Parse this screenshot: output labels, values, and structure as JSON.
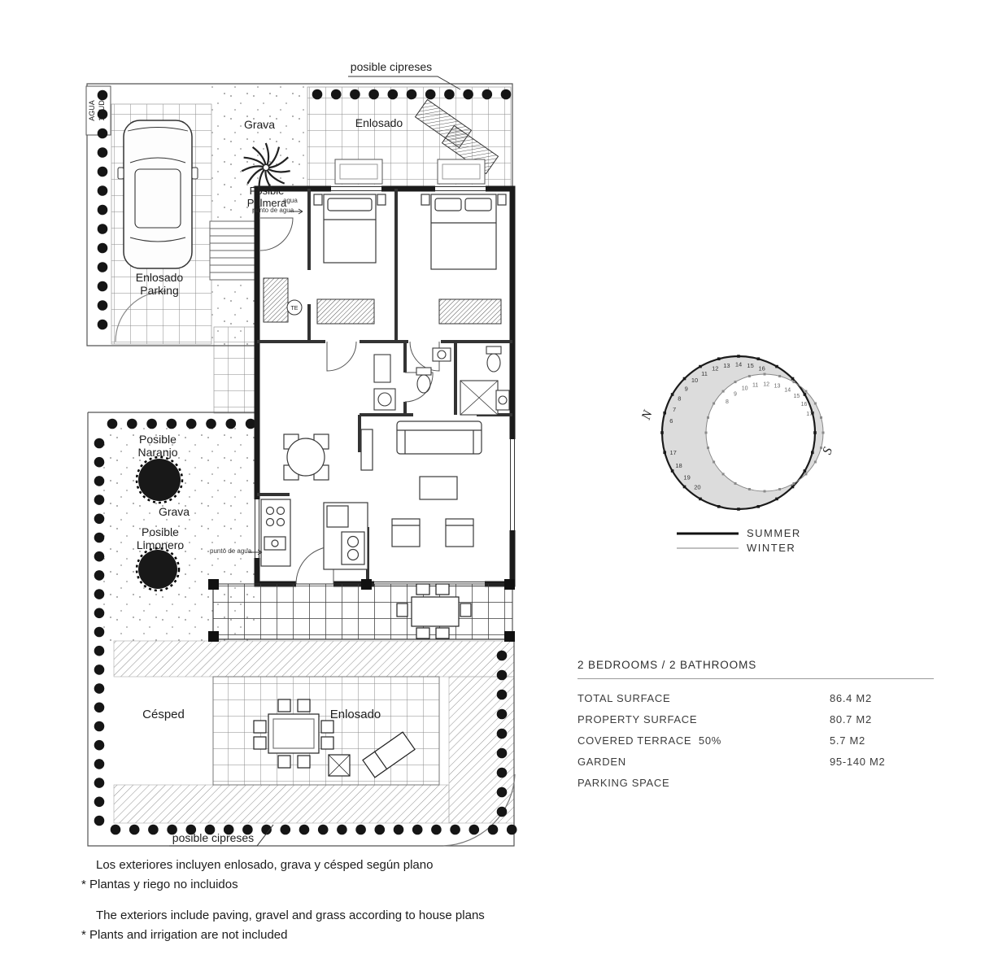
{
  "plan": {
    "labels": {
      "posible_cipreses_top": "posible cipreses",
      "agua_box": [
        "AGUA",
        "16 UD"
      ],
      "grava_top": "Grava",
      "enlosado_top": "Enlosado",
      "posible_palmera": "Posible\nPalmera",
      "agua_small": "agua",
      "punto_de_agua_top": "punto de agua",
      "enlosado_parking": "Enlosado\nParking",
      "te": "TE",
      "posible_naranjo": "Posible\nNaranjo",
      "grava_mid": "Grava",
      "posible_limonero": "Posible\nLimonero",
      "punto_de_agua_mid": "punto de agua",
      "cesped": "Césped",
      "enlosado_bottom": "Enlosado",
      "posible_cipreses_bottom": "posible cipreses"
    }
  },
  "sun_diagram": {
    "north_label": "N",
    "south_label": "S",
    "summer_hours": [
      "6",
      "7",
      "8",
      "9",
      "10",
      "11",
      "12",
      "13",
      "14",
      "15",
      "16",
      "17",
      "18",
      "19",
      "20"
    ],
    "winter_hours": [
      "8",
      "9",
      "10",
      "11",
      "12",
      "13",
      "14",
      "15",
      "16",
      "17"
    ],
    "legend": {
      "summer": "SUMMER",
      "winter": "WINTER"
    }
  },
  "specs": {
    "title": "2 BEDROOMS / 2 BATHROOMS",
    "rows": [
      {
        "label": "TOTAL SURFACE",
        "value": "86.4 M2"
      },
      {
        "label": "PROPERTY SURFACE",
        "value": "80.7 M2"
      },
      {
        "label": "COVERED TERRACE  50%",
        "value": "5.7 M2"
      },
      {
        "label": "GARDEN",
        "value": "95-140 M2"
      },
      {
        "label": "PARKING SPACE",
        "value": ""
      }
    ]
  },
  "footnotes": {
    "es_1": "Los exteriores incluyen enlosado, grava y césped según plano",
    "es_2": "* Plantas y riego no incluidos",
    "en_1": "The exteriors include paving, gravel and grass according to house plans",
    "en_2": "* Plants and irrigation are not included"
  }
}
